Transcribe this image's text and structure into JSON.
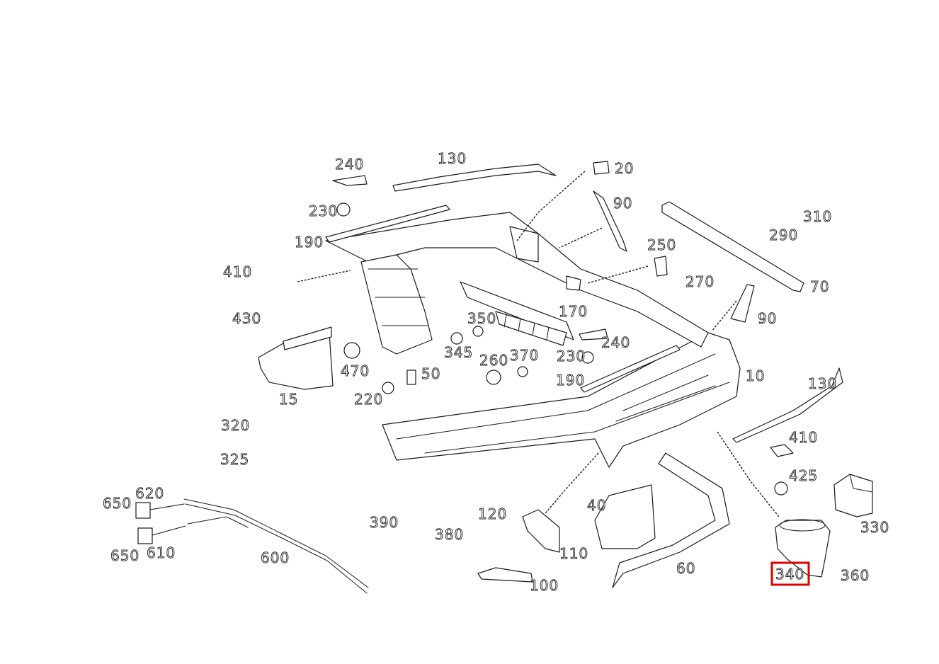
{
  "highlight": {
    "part_number": "340",
    "color": "#e00000"
  },
  "labels": [
    "240",
    "130",
    "20",
    "230",
    "90",
    "190",
    "310",
    "250",
    "290",
    "410",
    "270",
    "70",
    "430",
    "170",
    "350",
    "90",
    "240",
    "345",
    "370",
    "230",
    "470",
    "260",
    "50",
    "10",
    "190",
    "15",
    "220",
    "130",
    "320",
    "410",
    "325",
    "425",
    "620",
    "650",
    "390",
    "40",
    "120",
    "330",
    "380",
    "610",
    "650",
    "600",
    "110",
    "60",
    "340",
    "360",
    "100"
  ]
}
